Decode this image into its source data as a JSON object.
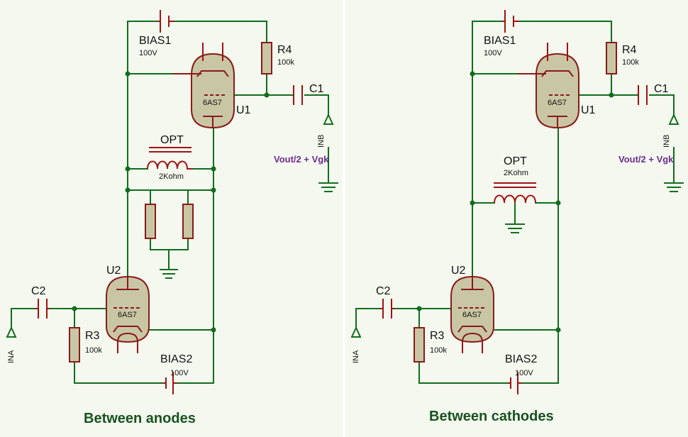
{
  "colors": {
    "wire": "#0f6e1e",
    "component": "#8a1a1a",
    "body_fill": "#c9c6a4",
    "probe_label": "#6b2d91",
    "caption": "#17521f"
  },
  "panels": [
    {
      "caption": "Between anodes",
      "bias1": {
        "name": "BIAS1",
        "value": "100V"
      },
      "r4": {
        "name": "R4",
        "value": "100k"
      },
      "c1": {
        "name": "C1"
      },
      "u1": {
        "name": "U1",
        "type": "6AS7"
      },
      "opt": {
        "name": "OPT",
        "value": "2Kohm"
      },
      "probe_out": {
        "label": "INB",
        "formula": "Vout/2 + Vgk"
      },
      "u2": {
        "name": "U2",
        "type": "6AS7"
      },
      "c2": {
        "name": "C2"
      },
      "r3": {
        "name": "R3",
        "value": "100k"
      },
      "bias2": {
        "name": "BIAS2",
        "value": "100V"
      },
      "probe_in": {
        "label": "INA"
      }
    },
    {
      "caption": "Between cathodes",
      "bias1": {
        "name": "BIAS1",
        "value": "100V"
      },
      "r4": {
        "name": "R4",
        "value": "100k"
      },
      "c1": {
        "name": "C1"
      },
      "u1": {
        "name": "U1",
        "type": "6AS7"
      },
      "opt": {
        "name": "OPT",
        "value": "2Kohm"
      },
      "probe_out": {
        "label": "INB",
        "formula": "Vout/2 + Vgk"
      },
      "u2": {
        "name": "U2",
        "type": "6AS7"
      },
      "c2": {
        "name": "C2"
      },
      "r3": {
        "name": "R3",
        "value": "100k"
      },
      "bias2": {
        "name": "BIAS2",
        "value": "100V"
      },
      "probe_in": {
        "label": "INA"
      }
    }
  ]
}
